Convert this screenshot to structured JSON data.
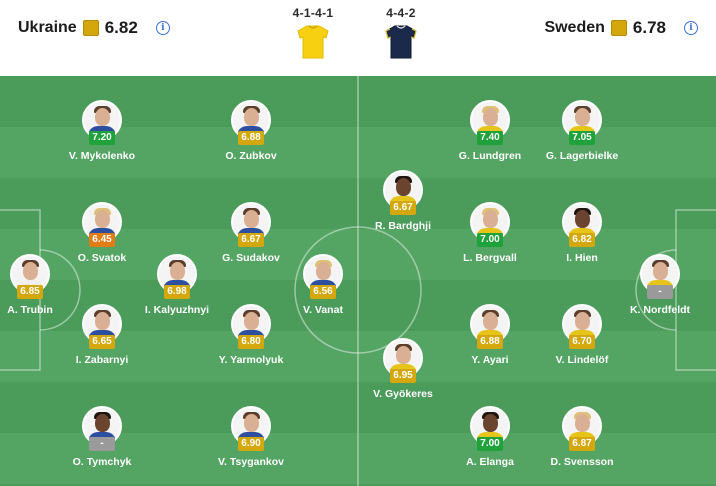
{
  "colors": {
    "rating_green": "#1fa23c",
    "rating_yellow": "#d4a70c",
    "rating_orange": "#e27c14",
    "rating_none": "#9a9a9a"
  },
  "home": {
    "name": "Ukraine",
    "rating": "6.82",
    "formation": "4-1-4-1",
    "shirt_color": "#f7d012"
  },
  "away": {
    "name": "Sweden",
    "rating": "6.78",
    "formation": "4-4-2",
    "shirt_color": "#1b2a4a"
  },
  "players": [
    {
      "name": "A. Trubin",
      "rating": "6.85",
      "rating_color": "yellow",
      "team": "home",
      "look": "ukr"
    },
    {
      "name": "V. Mykolenko",
      "rating": "7.20",
      "rating_color": "green",
      "team": "home",
      "look": ""
    },
    {
      "name": "O. Svatok",
      "rating": "6.45",
      "rating_color": "orange",
      "team": "home",
      "look": "blond"
    },
    {
      "name": "I. Zabarnyi",
      "rating": "6.65",
      "rating_color": "yellow",
      "team": "home",
      "look": ""
    },
    {
      "name": "O. Tymchyk",
      "rating": "-",
      "rating_color": "none",
      "team": "home",
      "look": "dark"
    },
    {
      "name": "I. Kalyuzhnyi",
      "rating": "6.98",
      "rating_color": "yellow",
      "team": "home",
      "look": ""
    },
    {
      "name": "O. Zubkov",
      "rating": "6.88",
      "rating_color": "yellow",
      "team": "home",
      "look": ""
    },
    {
      "name": "G. Sudakov",
      "rating": "6.67",
      "rating_color": "yellow",
      "team": "home",
      "look": ""
    },
    {
      "name": "Y. Yarmolyuk",
      "rating": "6.80",
      "rating_color": "yellow",
      "team": "home",
      "look": ""
    },
    {
      "name": "V. Tsygankov",
      "rating": "6.90",
      "rating_color": "yellow",
      "team": "home",
      "look": ""
    },
    {
      "name": "V. Vanat",
      "rating": "6.56",
      "rating_color": "yellow",
      "team": "home",
      "look": "blond"
    },
    {
      "name": "R. Bardghji",
      "rating": "6.67",
      "rating_color": "yellow",
      "team": "away",
      "look": "dark"
    },
    {
      "name": "V. Gyökeres",
      "rating": "6.95",
      "rating_color": "yellow",
      "team": "away",
      "look": ""
    },
    {
      "name": "G. Lundgren",
      "rating": "7.40",
      "rating_color": "green",
      "team": "away",
      "look": "blond"
    },
    {
      "name": "L. Bergvall",
      "rating": "7.00",
      "rating_color": "green",
      "team": "away",
      "look": "blond"
    },
    {
      "name": "Y. Ayari",
      "rating": "6.88",
      "rating_color": "yellow",
      "team": "away",
      "look": ""
    },
    {
      "name": "A. Elanga",
      "rating": "7.00",
      "rating_color": "green",
      "team": "away",
      "look": "dark"
    },
    {
      "name": "G. Lagerbielke",
      "rating": "7.05",
      "rating_color": "green",
      "team": "away",
      "look": ""
    },
    {
      "name": "I. Hien",
      "rating": "6.82",
      "rating_color": "yellow",
      "team": "away",
      "look": "dark"
    },
    {
      "name": "V. Lindelöf",
      "rating": "6.70",
      "rating_color": "yellow",
      "team": "away",
      "look": ""
    },
    {
      "name": "D. Svensson",
      "rating": "6.87",
      "rating_color": "yellow",
      "team": "away",
      "look": "blond"
    },
    {
      "name": "K. Nordfeldt",
      "rating": "-",
      "rating_color": "none",
      "team": "away",
      "look": ""
    }
  ]
}
